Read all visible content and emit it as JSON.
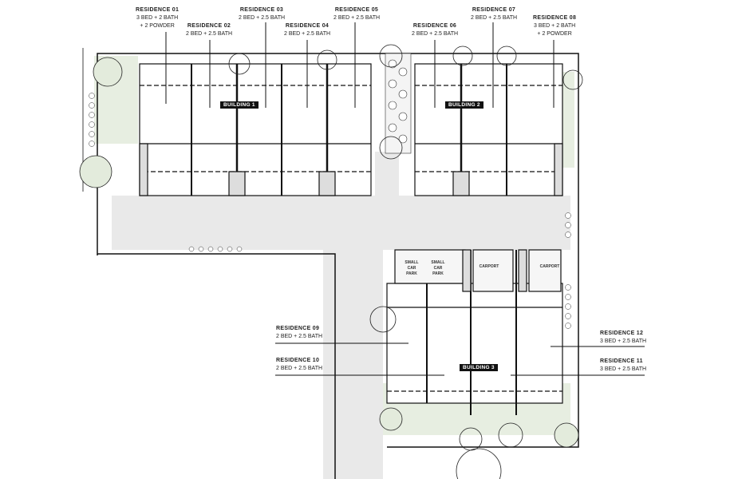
{
  "plan": {
    "colors": {
      "pavement": "#e8e8e8",
      "landscape": "#e6ede0",
      "line": "#111111",
      "label_bg": "#111111"
    },
    "buildings": [
      {
        "id": "b1",
        "label": "BUILDING 1"
      },
      {
        "id": "b2",
        "label": "BUILDING 2"
      },
      {
        "id": "b3",
        "label": "BUILDING 3"
      }
    ],
    "residences": [
      {
        "id": "r01",
        "title": "RESIDENCE 01",
        "lines": [
          "3 BED + 2 BATH",
          "+ 2 POWDER"
        ]
      },
      {
        "id": "r02",
        "title": "RESIDENCE 02",
        "lines": [
          "2 BED + 2.5 BATH"
        ]
      },
      {
        "id": "r03",
        "title": "RESIDENCE 03",
        "lines": [
          "2 BED + 2.5 BATH"
        ]
      },
      {
        "id": "r04",
        "title": "RESIDENCE 04",
        "lines": [
          "2 BED + 2.5 BATH"
        ]
      },
      {
        "id": "r05",
        "title": "RESIDENCE 05",
        "lines": [
          "2 BED + 2.5 BATH"
        ]
      },
      {
        "id": "r06",
        "title": "RESIDENCE 06",
        "lines": [
          "2 BED + 2.5 BATH"
        ]
      },
      {
        "id": "r07",
        "title": "RESIDENCE 07",
        "lines": [
          "2 BED + 2.5 BATH"
        ]
      },
      {
        "id": "r08",
        "title": "RESIDENCE 08",
        "lines": [
          "3 BED + 2 BATH",
          "+ 2 POWDER"
        ]
      },
      {
        "id": "r09",
        "title": "RESIDENCE 09",
        "lines": [
          "2 BED + 2.5 BATH"
        ]
      },
      {
        "id": "r10",
        "title": "RESIDENCE 10",
        "lines": [
          "2 BED + 2.5 BATH"
        ]
      },
      {
        "id": "r11",
        "title": "RESIDENCE 11",
        "lines": [
          "3 BED + 2.5 BATH"
        ]
      },
      {
        "id": "r12",
        "title": "RESIDENCE 12",
        "lines": [
          "3 BED + 2.5 BATH"
        ]
      }
    ],
    "parking": {
      "small_car_1": "SMALL CAR PARK",
      "small_car_2": "SMALL CAR PARK",
      "carport_1": "CARPORT",
      "carport_2": "CARPORT"
    }
  }
}
